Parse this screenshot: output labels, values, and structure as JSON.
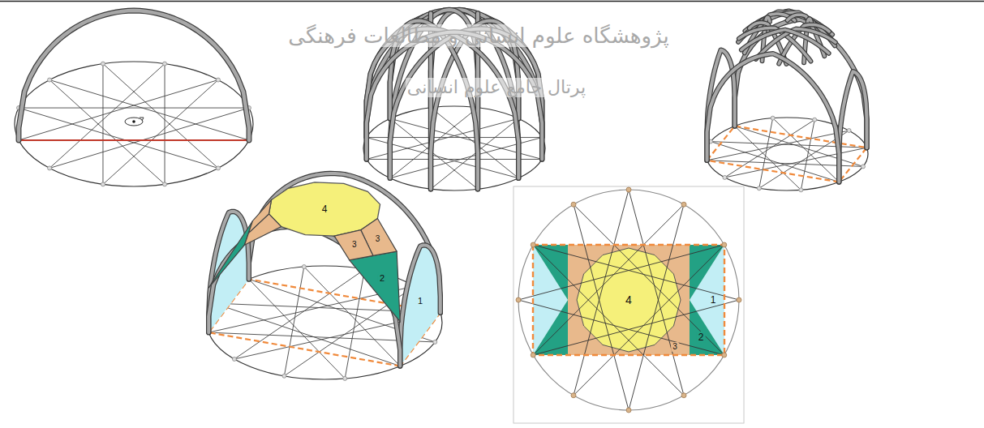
{
  "diagram": {
    "labels": [
      "پژوهشگاه علوم انسانی و مطالعات فرهنگی",
      "پرتال جامع علوم انسانی",
      "4",
      "3",
      "3",
      "2",
      "1",
      "4",
      "1",
      "2",
      "3"
    ]
  }
}
